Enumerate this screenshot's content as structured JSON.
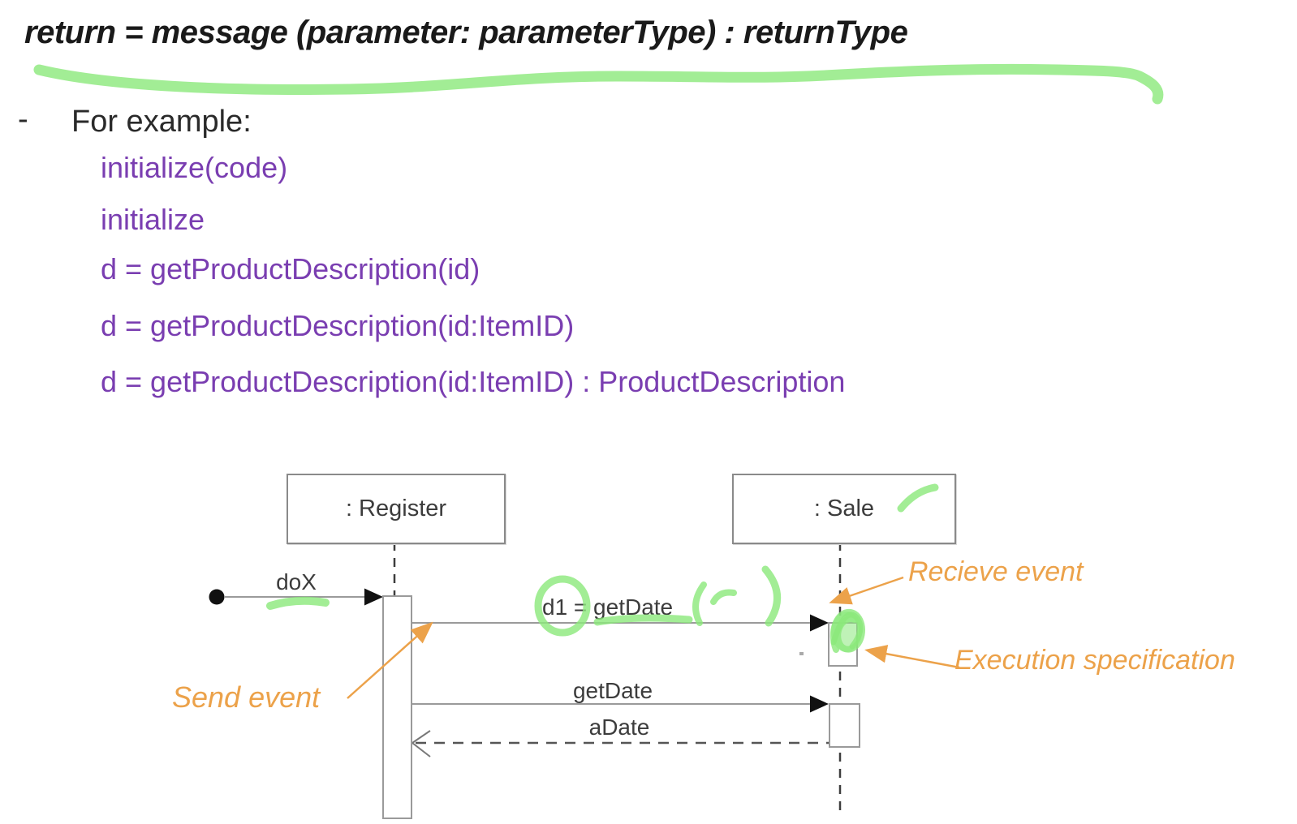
{
  "title": "return = message (parameter: parameterType) : returnType",
  "bullet": {
    "marker": "-",
    "label": "For example:"
  },
  "examples": [
    "initialize(code)",
    "initialize",
    "d = getProductDescription(id)",
    "d = getProductDescription(id:ItemID)",
    "d = getProductDescription(id:ItemID) : ProductDescription"
  ],
  "diagram": {
    "lifelines": [
      {
        "name": ": Register"
      },
      {
        "name": ": Sale"
      }
    ],
    "messages": [
      {
        "label": "doX",
        "type": "found"
      },
      {
        "label": "d1 = getDate",
        "type": "synchronous"
      },
      {
        "label": "getDate",
        "type": "synchronous"
      },
      {
        "label": "aDate",
        "type": "return"
      }
    ],
    "annotations": [
      {
        "label": "Recieve event"
      },
      {
        "label": "Execution specification"
      },
      {
        "label": "Send event"
      }
    ]
  },
  "colors": {
    "purple": "#7a3eb1",
    "orange": "#eca24a",
    "hl_green": "#8be87b"
  }
}
